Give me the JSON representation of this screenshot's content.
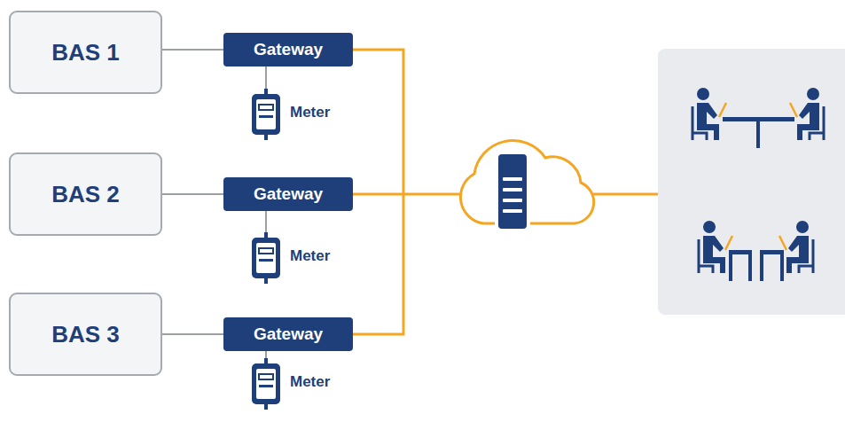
{
  "diagram": {
    "nodes": [
      {
        "text": [
          "BAS 1"
        ]
      },
      {
        "text": [
          "Gateway"
        ]
      },
      {
        "text": [
          "Meter"
        ]
      },
      {
        "text": [
          "BAS 2"
        ]
      },
      {
        "text": [
          "Gateway"
        ]
      },
      {
        "text": [
          "Meter"
        ]
      },
      {
        "text": [
          "BAS 3"
        ]
      },
      {
        "text": [
          "Gateway"
        ]
      },
      {
        "text": [
          "Meter"
        ]
      }
    ],
    "edges": [
      {
        "from": 0,
        "to": 1,
        "arrow": "none"
      },
      {
        "from": 1,
        "to": 2,
        "arrow": "none"
      },
      {
        "from": 3,
        "to": 4,
        "arrow": "none"
      },
      {
        "from": 4,
        "to": 5,
        "arrow": "none"
      },
      {
        "from": 6,
        "to": 7,
        "arrow": "none"
      },
      {
        "from": 7,
        "to": 8,
        "arrow": "none"
      }
    ]
  }
}
